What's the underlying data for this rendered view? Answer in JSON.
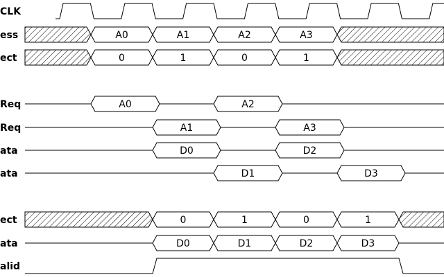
{
  "signals": [
    {
      "label": "CLK",
      "kind": "clock"
    },
    {
      "label": "ess",
      "kind": "bus",
      "segments": [
        {
          "type": "x"
        },
        {
          "type": "v",
          "text": "A0"
        },
        {
          "type": "v",
          "text": "A1"
        },
        {
          "type": "v",
          "text": "A2"
        },
        {
          "type": "v",
          "text": "A3"
        },
        {
          "type": "x"
        }
      ]
    },
    {
      "label": "ect",
      "kind": "bus",
      "segments": [
        {
          "type": "x"
        },
        {
          "type": "v",
          "text": "0"
        },
        {
          "type": "v",
          "text": "1"
        },
        {
          "type": "v",
          "text": "0"
        },
        {
          "type": "v",
          "text": "1"
        },
        {
          "type": "x"
        }
      ]
    },
    {
      "label": "Req",
      "kind": "bus",
      "segments": [
        {
          "type": "z"
        },
        {
          "type": "v",
          "text": "A0"
        },
        {
          "type": "z"
        },
        {
          "type": "v",
          "text": "A2"
        },
        {
          "type": "z"
        }
      ]
    },
    {
      "label": "Req",
      "kind": "bus",
      "segments": [
        {
          "type": "z"
        },
        {
          "type": "v",
          "text": "A1"
        },
        {
          "type": "z"
        },
        {
          "type": "v",
          "text": "A3"
        },
        {
          "type": "z"
        }
      ]
    },
    {
      "label": "ata",
      "kind": "bus",
      "segments": [
        {
          "type": "z"
        },
        {
          "type": "v",
          "text": "D0"
        },
        {
          "type": "z"
        },
        {
          "type": "v",
          "text": "D2"
        },
        {
          "type": "z"
        }
      ]
    },
    {
      "label": "ata",
      "kind": "bus",
      "segments": [
        {
          "type": "z"
        },
        {
          "type": "v",
          "text": "D1"
        },
        {
          "type": "z"
        },
        {
          "type": "v",
          "text": "D3"
        },
        {
          "type": "z"
        }
      ]
    },
    {
      "label": "ect",
      "kind": "bus",
      "segments": [
        {
          "type": "x"
        },
        {
          "type": "v",
          "text": "0"
        },
        {
          "type": "v",
          "text": "1"
        },
        {
          "type": "v",
          "text": "0"
        },
        {
          "type": "v",
          "text": "1"
        },
        {
          "type": "x"
        }
      ]
    },
    {
      "label": "ata",
      "kind": "bus",
      "segments": [
        {
          "type": "z"
        },
        {
          "type": "v",
          "text": "D0"
        },
        {
          "type": "v",
          "text": "D1"
        },
        {
          "type": "v",
          "text": "D2"
        },
        {
          "type": "v",
          "text": "D3"
        },
        {
          "type": "z"
        }
      ]
    },
    {
      "label": "alid",
      "kind": "level",
      "levels": [
        0,
        1,
        0
      ]
    }
  ]
}
